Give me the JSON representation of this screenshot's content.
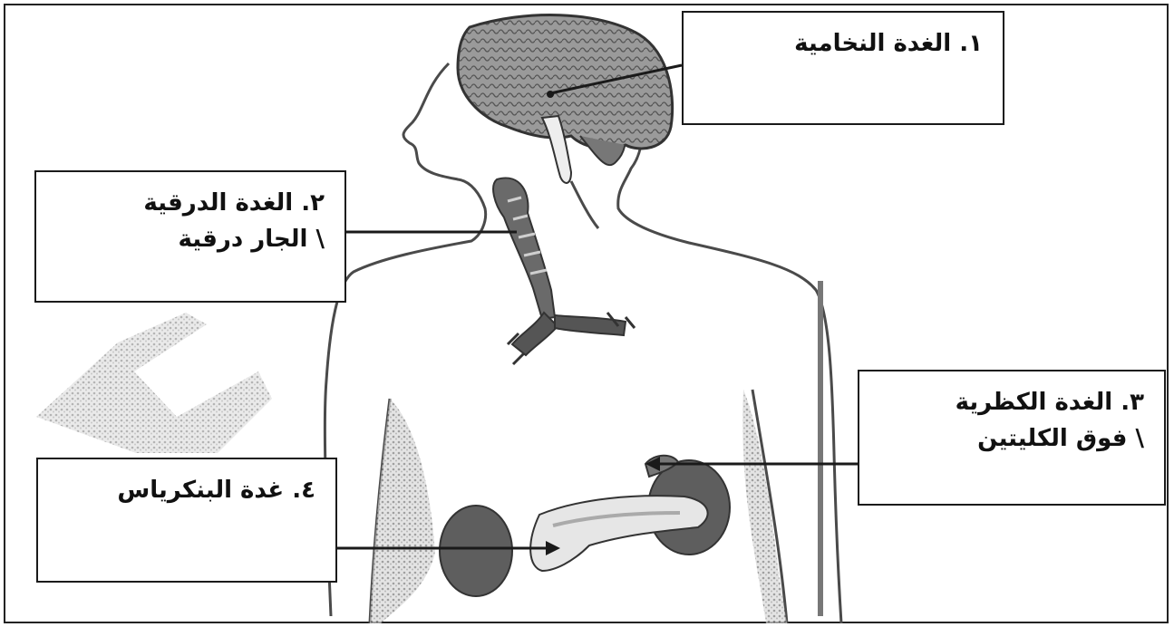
{
  "labels": {
    "pituitary": {
      "number": "١.",
      "name": "الغدة النخامية"
    },
    "thyroid": {
      "number": "٢.",
      "name": "الغدة الدرقية",
      "alt": "\\ الجار درقية"
    },
    "adrenal": {
      "number": "٣.",
      "name": "الغدة الكظرية",
      "alt": "\\ فوق الكليتين"
    },
    "pancreas": {
      "number": "٤.",
      "name": "غدة البنكرياس"
    }
  },
  "colors": {
    "line": "#1a1a1a",
    "organ": "#555555",
    "skin": "#9a9a9a"
  }
}
